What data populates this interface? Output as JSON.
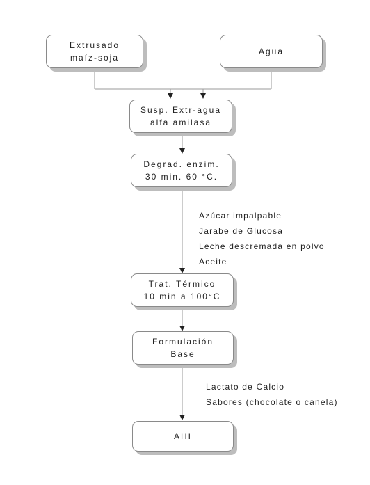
{
  "nodes": {
    "extrusado": {
      "lines": [
        "Extrusado",
        "maíz-soja"
      ]
    },
    "agua": {
      "lines": [
        "Agua"
      ]
    },
    "suspension": {
      "lines": [
        "Susp. Extr-agua",
        "alfa amilasa"
      ]
    },
    "degradacion": {
      "lines": [
        "Degrad. enzim.",
        "30 min. 60 °C."
      ]
    },
    "tratamiento": {
      "lines": [
        "Trat. Térmico",
        "10 min a 100°C"
      ]
    },
    "formulacion": {
      "lines": [
        "Formulación",
        "Base"
      ]
    },
    "ahi": {
      "lines": [
        "AHI"
      ]
    }
  },
  "additions_1": [
    "Azúcar impalpable",
    "Jarabe de Glucosa",
    "Leche descremada en polvo",
    "Aceite"
  ],
  "additions_2": [
    "Lactato de Calcio",
    "Sabores (chocolate o canela)"
  ],
  "colors": {
    "line": "#9a9a9a",
    "border": "#8a8a8a",
    "shadow": "#bdbdbd",
    "text": "#222222"
  }
}
